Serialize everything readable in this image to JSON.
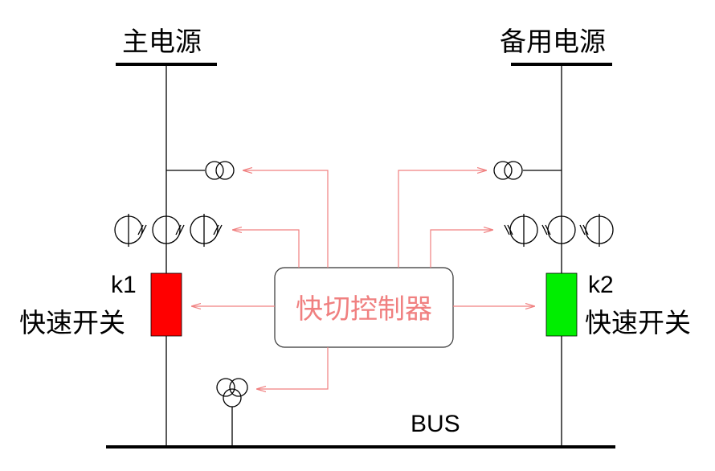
{
  "sources": {
    "main": "主电源",
    "backup": "备用电源"
  },
  "controller": {
    "label": "快切控制器"
  },
  "switches": {
    "k1": {
      "id": "k1",
      "label": "快速开关",
      "color": "#ff0000"
    },
    "k2": {
      "id": "k2",
      "label": "快速开关",
      "color": "#00ee00"
    }
  },
  "bus": {
    "label": "BUS"
  },
  "colors": {
    "line": "#000000",
    "signal": "#f08080",
    "controller_text": "#f08080"
  }
}
